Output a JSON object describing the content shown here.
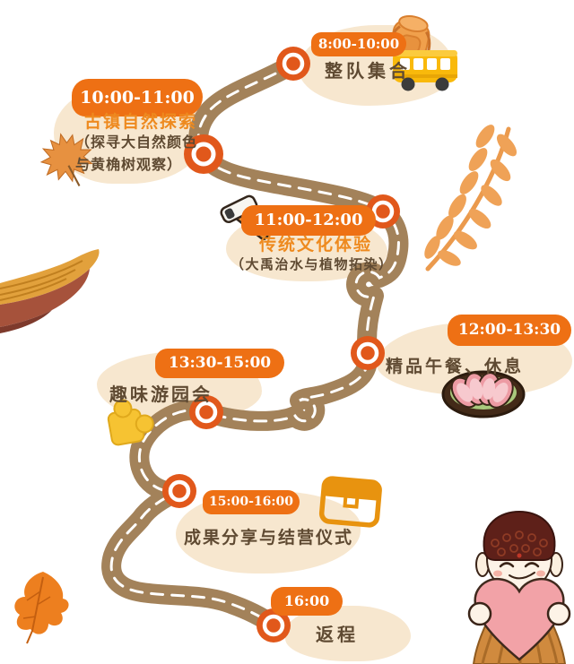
{
  "poster": {
    "type": "itinerary-route-map",
    "stops": [
      {
        "time": "8:00-10:00",
        "title": "整队集合",
        "icons": [
          "backpack-icon",
          "school-bus-icon"
        ]
      },
      {
        "time": "10:00-11:00",
        "title": "古镇自然探索",
        "subtitle": "（探寻大自然颜色\n与黄桷树观察）",
        "icons": [
          "maple-leaf-icon"
        ]
      },
      {
        "time": "11:00-12:00",
        "title": "传统文化体验",
        "subtitle": "（大禹治水与植物拓染）",
        "icons": [
          "hammer-icon"
        ]
      },
      {
        "time": "12:00-13:30",
        "title": "精品午餐、休息",
        "icons": [
          "food-plate-icon"
        ]
      },
      {
        "time": "13:30-15:00",
        "title": "趣味游园会",
        "icons": [
          "puzzle-piece-icon"
        ]
      },
      {
        "time": "15:00-16:00",
        "title": "成果分享与结营仪式",
        "icons": [
          "satchel-icon"
        ]
      },
      {
        "time": "16:00",
        "title": "返程",
        "icons": []
      }
    ],
    "decorations": [
      "temple-roof",
      "fern-leaf",
      "maple-leaf",
      "oak-leaf",
      "buddha-heart-mascot"
    ],
    "colors": {
      "road": "#A3825A",
      "road_dash": "#FFFFFF",
      "node_orange": "#E1581B",
      "badge_orange": "#EE7014",
      "blob_cream": "#F7E7CF",
      "text_brown": "#5F4A32",
      "title_orange": "#EE8A1F",
      "bus_yellow": "#F9B90B",
      "heart_pink": "#F2A2A7"
    }
  }
}
